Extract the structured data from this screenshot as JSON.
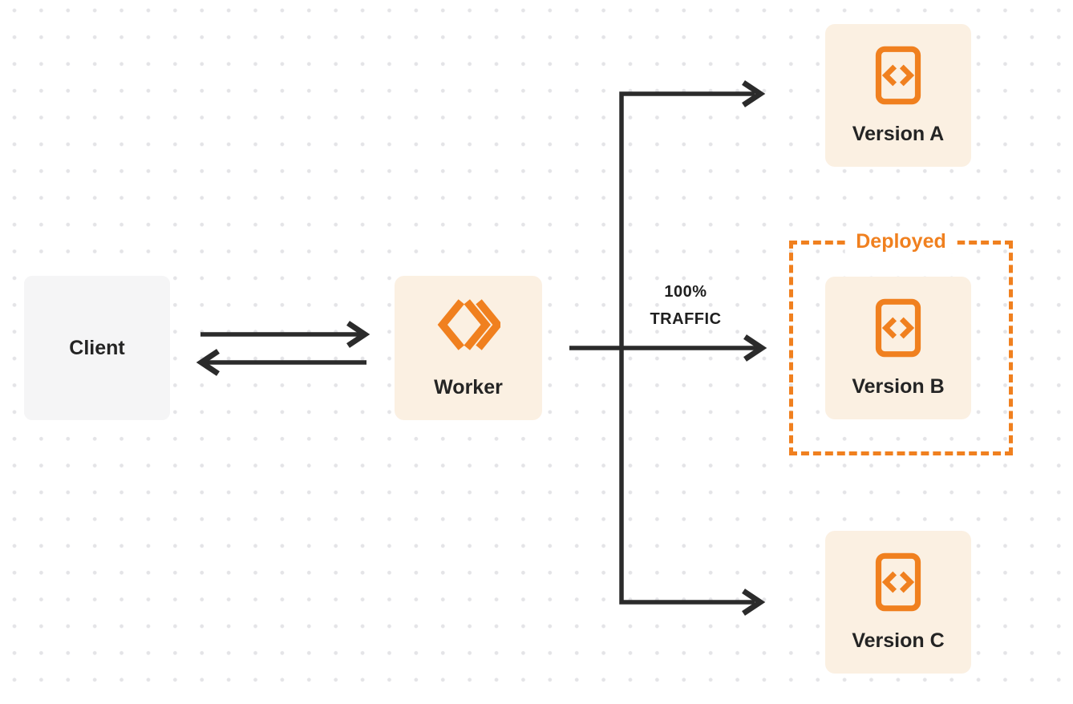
{
  "colors": {
    "accent": "#f0801f",
    "node-fill": "#fbf0e2",
    "client-fill": "#f5f5f6",
    "line": "#2b2b2b",
    "text": "#242424",
    "dot": "#e4e4e7",
    "bg": "#ffffff"
  },
  "nodes": {
    "client": {
      "label": "Client"
    },
    "worker": {
      "label": "Worker"
    },
    "versions": [
      {
        "label": "Version A"
      },
      {
        "label": "Version B"
      },
      {
        "label": "Version C"
      }
    ]
  },
  "deployed": {
    "label": "Deployed"
  },
  "traffic": {
    "line1": "100%",
    "line2": "TRAFFIC"
  },
  "icons": {
    "worker": "cloudflare-workers-logo",
    "version": "code-document-icon"
  }
}
